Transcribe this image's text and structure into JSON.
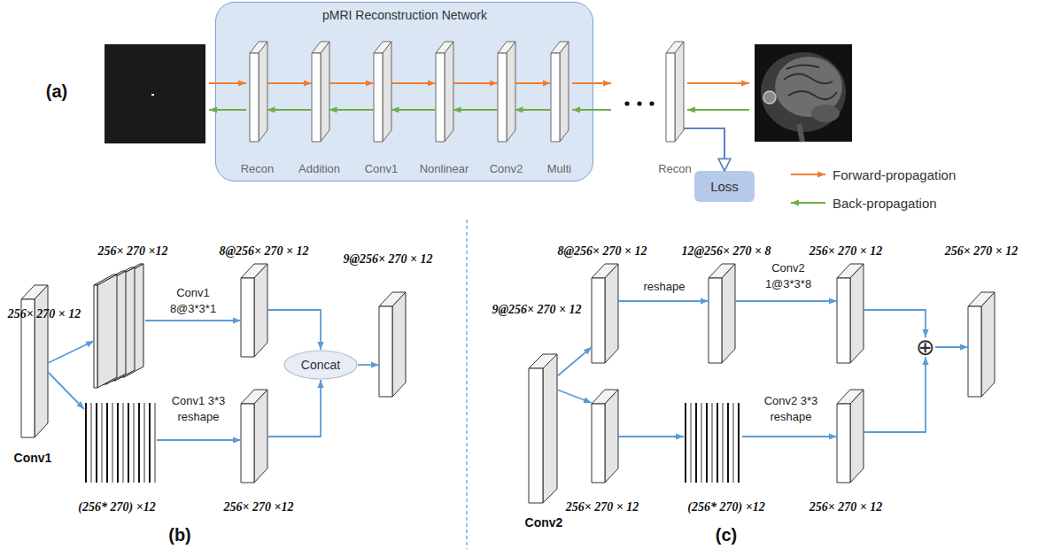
{
  "diagram": {
    "nodes": [
      {
        "text": [
          "pMRI Reconstruction Network"
        ]
      },
      {
        "text": [
          "Recon"
        ],
        "in": 0
      },
      {
        "text": [
          "Addition"
        ],
        "in": 0
      },
      {
        "text": [
          "Conv1"
        ],
        "in": 0
      },
      {
        "text": [
          "Nonlinear"
        ],
        "in": 0
      },
      {
        "text": [
          "Conv2"
        ],
        "in": 0
      },
      {
        "text": [
          "Multi"
        ],
        "in": 0
      },
      {
        "text": [
          "Recon"
        ]
      },
      {
        "text": [
          "Loss"
        ]
      },
      {
        "text": [
          "256× 270 × 12",
          "Conv1"
        ]
      },
      {
        "text": [
          "256× 270 ×12"
        ]
      },
      {
        "text": [
          "(256* 270) ×12"
        ]
      },
      {
        "text": [
          "8@256× 270 × 12"
        ]
      },
      {
        "text": [
          "256× 270 ×12"
        ]
      },
      {
        "text": [
          "Concat"
        ]
      },
      {
        "text": [
          "9@256× 270 × 12"
        ]
      },
      {
        "text": [
          "9@256× 270 × 12",
          "Conv2"
        ]
      },
      {
        "text": [
          "8@256× 270 × 12"
        ]
      },
      {
        "text": [
          "256× 270 × 12"
        ]
      },
      {
        "text": [
          "12@256× 270 × 8"
        ]
      },
      {
        "text": [
          "(256* 270) ×12"
        ]
      },
      {
        "text": [
          "256× 270 × 12"
        ]
      },
      {
        "text": [
          "256× 270 × 12"
        ]
      },
      {
        "text": [
          "⊕"
        ]
      },
      {
        "text": [
          "256× 270 × 12"
        ]
      }
    ],
    "edges": [
      {
        "from": 1,
        "to": 2,
        "arrow": "to"
      },
      {
        "from": 2,
        "to": 3,
        "arrow": "to"
      },
      {
        "from": 3,
        "to": 4,
        "arrow": "to"
      },
      {
        "from": 4,
        "to": 5,
        "arrow": "to"
      },
      {
        "from": 5,
        "to": 6,
        "arrow": "to"
      },
      {
        "from": 2,
        "to": 1,
        "arrow": "to"
      },
      {
        "from": 3,
        "to": 2,
        "arrow": "to"
      },
      {
        "from": 4,
        "to": 3,
        "arrow": "to"
      },
      {
        "from": 5,
        "to": 4,
        "arrow": "to"
      },
      {
        "from": 6,
        "to": 5,
        "arrow": "to"
      },
      {
        "from": 7,
        "to": 8,
        "arrow": "to"
      },
      {
        "from": 9,
        "to": 10,
        "arrow": "to"
      },
      {
        "from": 9,
        "to": 11,
        "arrow": "to"
      },
      {
        "from": 10,
        "to": 12,
        "label": "Conv1 8@3*3*1",
        "arrow": "to"
      },
      {
        "from": 11,
        "to": 13,
        "label": "Conv1 3*3 reshape",
        "arrow": "to"
      },
      {
        "from": 12,
        "to": 14,
        "arrow": "to"
      },
      {
        "from": 13,
        "to": 14,
        "arrow": "to"
      },
      {
        "from": 14,
        "to": 15,
        "arrow": "to"
      },
      {
        "from": 16,
        "to": 17,
        "arrow": "to"
      },
      {
        "from": 16,
        "to": 18,
        "arrow": "to"
      },
      {
        "from": 17,
        "to": 19,
        "label": "reshape",
        "arrow": "to"
      },
      {
        "from": 18,
        "to": 20,
        "arrow": "to"
      },
      {
        "from": 19,
        "to": 21,
        "label": "Conv2 1@3*3*8",
        "arrow": "to"
      },
      {
        "from": 20,
        "to": 22,
        "label": "Conv2 3*3 reshape",
        "arrow": "to"
      },
      {
        "from": 21,
        "to": 23,
        "arrow": "to"
      },
      {
        "from": 22,
        "to": 23,
        "arrow": "to"
      },
      {
        "from": 23,
        "to": 24,
        "arrow": "to"
      }
    ],
    "labels": [
      "(a)",
      "(b)",
      "(c)"
    ],
    "legend": [
      {
        "text": "Forward-propagation"
      },
      {
        "text": "Back-propagation"
      }
    ]
  }
}
